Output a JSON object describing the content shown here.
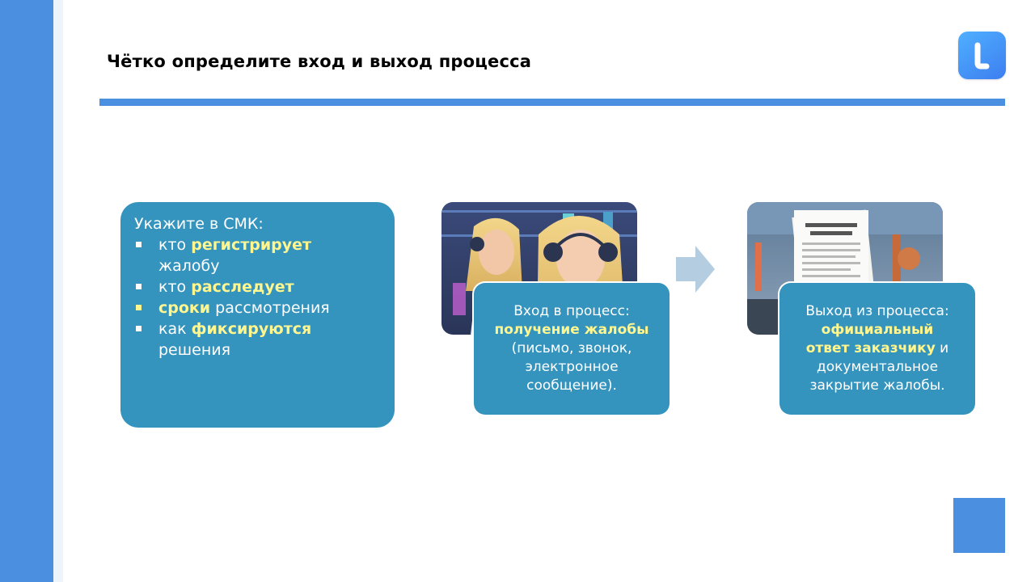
{
  "slide": {
    "title": "Чётко определите вход и выход процесса",
    "colors": {
      "accent": "#4a8fe0",
      "box": "#3594bd",
      "highlight": "#fff68f",
      "arrow": "#b5cde0"
    }
  },
  "logo": {
    "icon": "brand-logo-icon"
  },
  "requirements": {
    "heading": "Укажите в СМК:",
    "items": [
      {
        "prefix": "кто ",
        "highlight": "регистрирует",
        "suffix": "",
        "line2": "жалобу"
      },
      {
        "prefix": "кто ",
        "highlight": "расследует",
        "suffix": "",
        "line2": ""
      },
      {
        "prefix": "",
        "highlight": "сроки",
        "suffix": " рассмотрения",
        "line2": ""
      },
      {
        "prefix": "как ",
        "highlight": "фиксируются",
        "suffix": "",
        "line2": "решения"
      }
    ]
  },
  "input_card": {
    "label": "Вход в процесс:",
    "highlight": "получение жалобы",
    "rest_1": "(письмо, звонок,",
    "rest_2": "электронное",
    "rest_3": "сообщение).",
    "image_icon": "women-with-headsets-illustration"
  },
  "output_card": {
    "label": "Выход из процесса:",
    "highlight_1": "официальный",
    "highlight_2": "ответ заказчику",
    "after_highlight": " и",
    "rest_1": "документальное",
    "rest_2": "закрытие жалобы.",
    "image_icon": "quality-document-lab-illustration"
  },
  "flow_arrow": {
    "icon": "arrow-right-icon"
  }
}
